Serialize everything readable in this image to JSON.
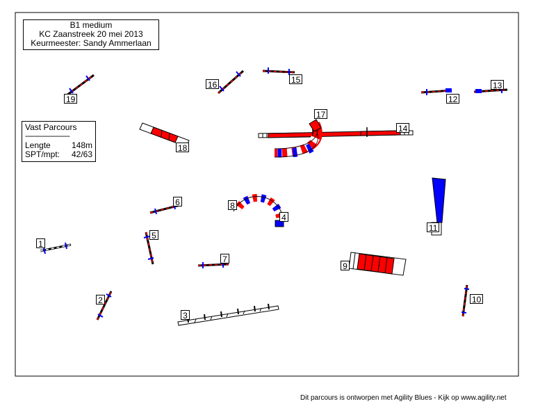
{
  "header": {
    "class_line": "B1 medium",
    "event_line": "KC Zaanstreek 20 mei 2013",
    "judge_line": "Keurmeester: Sandy Ammerlaan"
  },
  "course": {
    "type": "Vast Parcours",
    "separator": "------------------------",
    "length_label": "Lengte",
    "length_value": "148m",
    "spt_label": "SPT/mpt:",
    "spt_value": "42/63"
  },
  "obstacle_numbers": [
    "1",
    "2",
    "3",
    "4",
    "5",
    "6",
    "7",
    "8",
    "9",
    "10",
    "11",
    "12",
    "13",
    "14",
    "15",
    "16",
    "17",
    "18",
    "19"
  ],
  "footer": "Dit parcours is ontworpen met Agility Blues - Kijk op www.agility.net",
  "colors": {
    "red": "#ff0000",
    "blue": "#0000ff",
    "black": "#000000",
    "white": "#ffffff"
  }
}
